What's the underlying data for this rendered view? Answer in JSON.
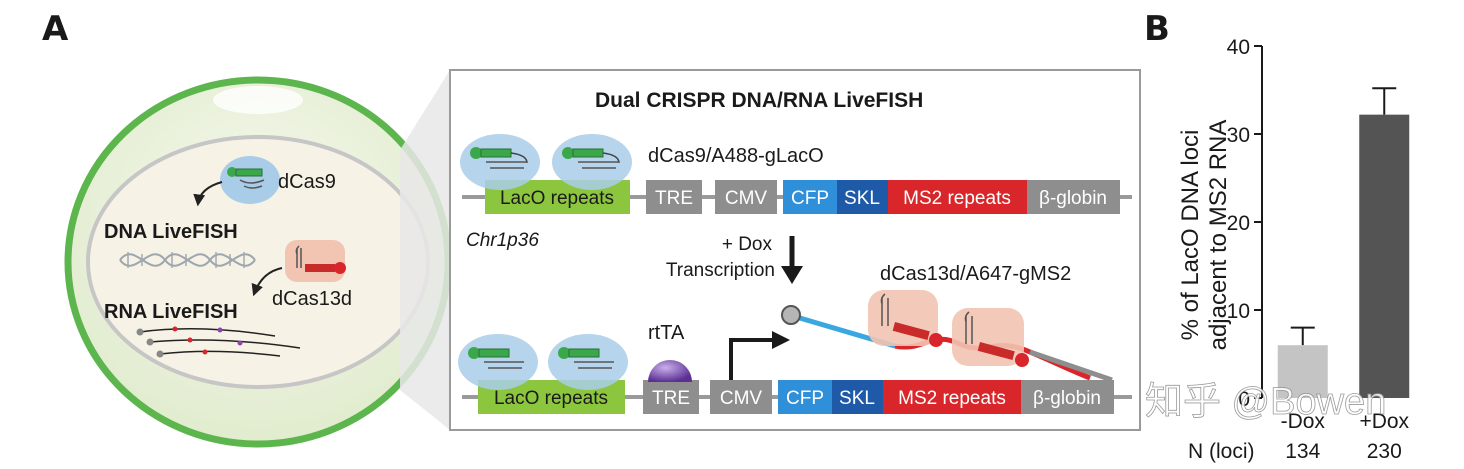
{
  "panel_a": {
    "letter": "A",
    "cell": {
      "dcas9_label": "dCas9",
      "dna_livefish": "DNA LiveFISH",
      "rna_livefish": "RNA LiveFISH",
      "dcas13d_label": "dCas13d"
    },
    "construct": {
      "title": "Dual CRISPR DNA/RNA LiveFISH",
      "probe_label": "dCas9/A488-gLacO",
      "locus_label": "Chr1p36",
      "dox_line1": "+ Dox",
      "dox_line2": "Transcription",
      "rtta_label": "rtTA",
      "rna_probe_label": "dCas13d/A647-gMS2",
      "elements": {
        "laco": "LacO repeats",
        "tre": "TRE",
        "cmv": "CMV",
        "cfp": "CFP",
        "skl": "SKL",
        "ms2": "MS2 repeats",
        "beta_globin": "β-globin"
      }
    }
  },
  "panel_b": {
    "letter": "B",
    "n_label": "N (loci)"
  },
  "chart_data": {
    "type": "bar",
    "categories": [
      "-Dox",
      "+Dox"
    ],
    "values": [
      6,
      32.2
    ],
    "errors": [
      2.0,
      3.0
    ],
    "n_loci": [
      "134",
      "230"
    ],
    "ylabel_line1": "% of LacO DNA loci",
    "ylabel_line2": "adjacent to MS2 RNA",
    "ylim": [
      0,
      40
    ],
    "yticks": [
      "0",
      "10",
      "20",
      "30",
      "40"
    ],
    "colors": [
      "#c4c4c4",
      "#545454"
    ]
  },
  "watermark": "知乎 @Bowen",
  "colors": {
    "laco": "#8cc63f",
    "gray_box": "#8e8e8e",
    "cfp": "#2f8fd9",
    "skl": "#1f5aa8",
    "ms2": "#d9262a",
    "cell_outline": "#5db64d",
    "cytoplasm": "#eef4e2",
    "nucleus": "#f5f1e4",
    "dcas9_blob": "#a9cde8",
    "dcas13_blob": "#f2c4b2"
  }
}
